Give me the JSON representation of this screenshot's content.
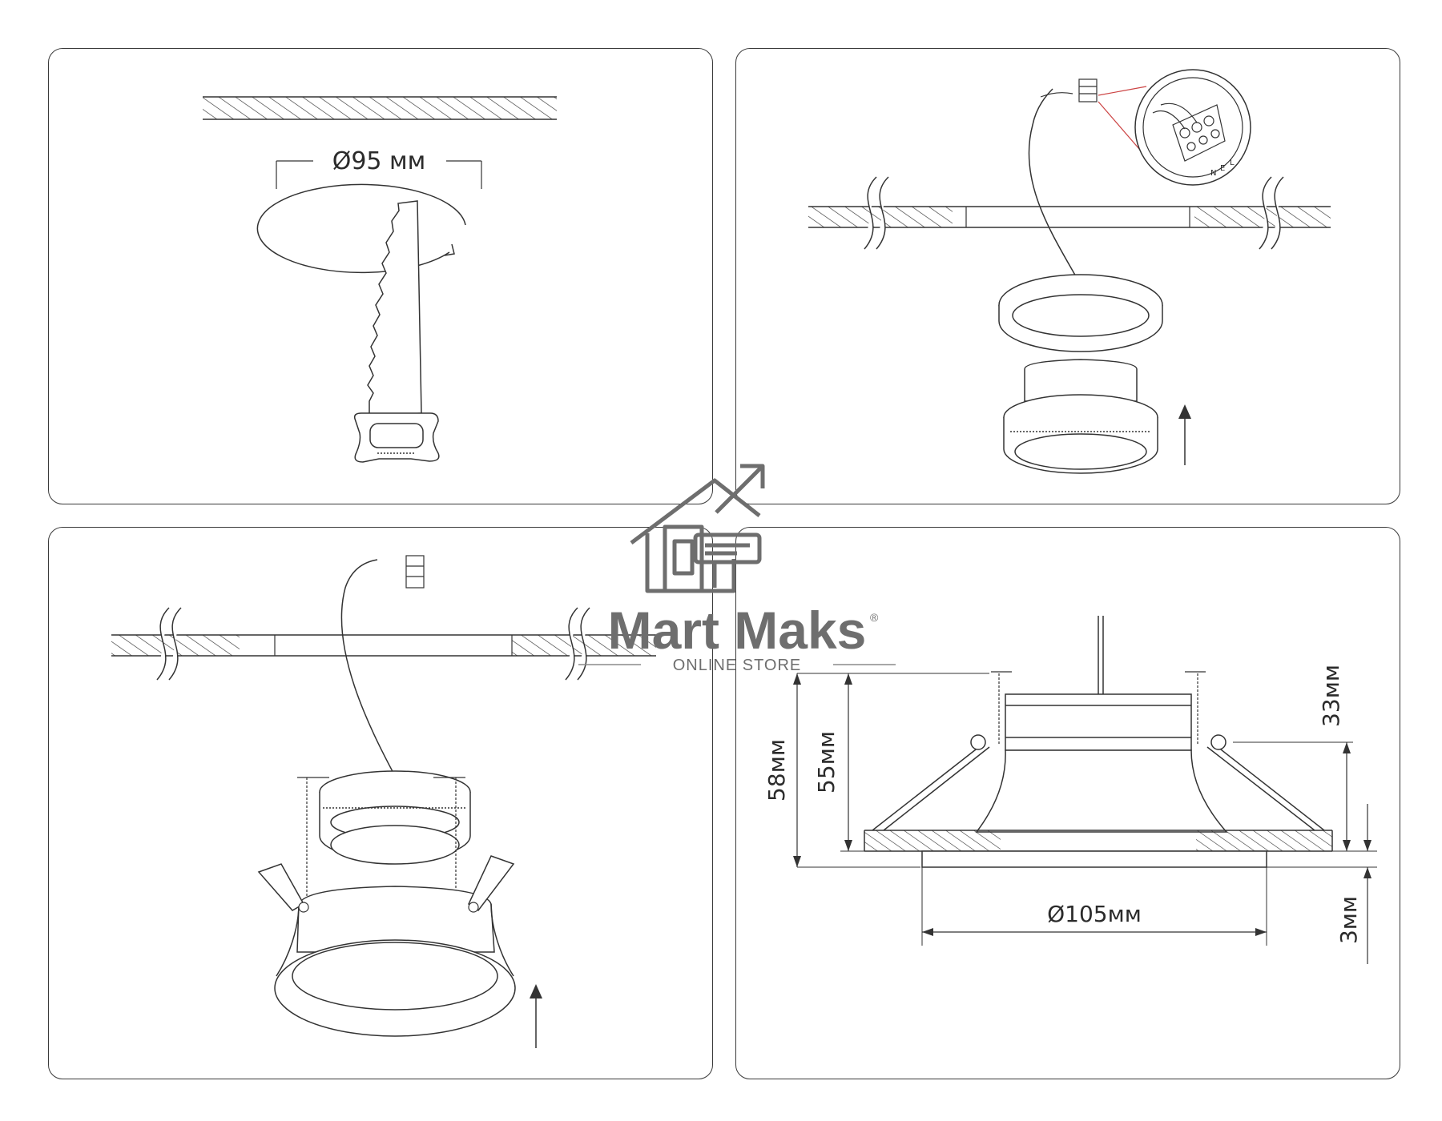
{
  "panels": {
    "cut": {
      "diameter_label": "Ø95 мм"
    },
    "wiring": {
      "terminal_labels": [
        "N",
        "E",
        "L"
      ]
    },
    "install": {},
    "dimensions": {
      "height_total": "58мм",
      "height_recess": "55мм",
      "height_top": "33мм",
      "rim": "3мм",
      "diameter": "Ø105мм"
    }
  },
  "watermark": {
    "brand": "Mart Maks",
    "registered": "®",
    "tagline": "ONLINE STORE"
  }
}
